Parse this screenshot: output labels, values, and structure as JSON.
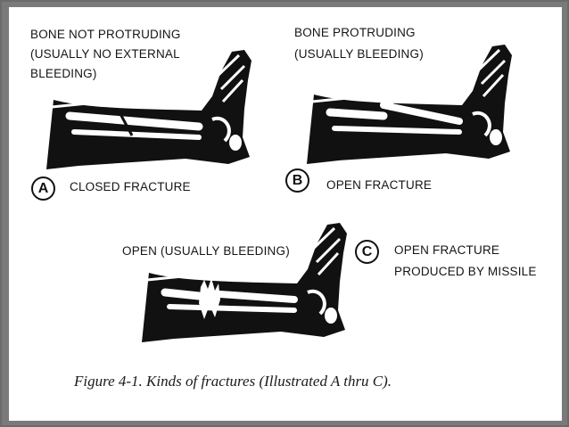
{
  "panel_a": {
    "annotation_lines": [
      "BONE NOT PROTRUDING",
      "(USUALLY NO EXTERNAL",
      "BLEEDING)"
    ],
    "marker": "A",
    "title": "CLOSED FRACTURE"
  },
  "panel_b": {
    "annotation_lines": [
      "BONE PROTRUDING",
      "(USUALLY BLEEDING)"
    ],
    "marker": "B",
    "title": "OPEN FRACTURE"
  },
  "panel_c": {
    "annotation": "OPEN (USUALLY BLEEDING)",
    "marker": "C",
    "title_lines": [
      "OPEN FRACTURE",
      "PRODUCED BY MISSILE"
    ]
  },
  "caption": "Figure 4-1.   Kinds of fractures (Illustrated A thru C).",
  "colors": {
    "ink": "#111111",
    "paper": "#ffffff",
    "frame": "#7a7a7a"
  }
}
